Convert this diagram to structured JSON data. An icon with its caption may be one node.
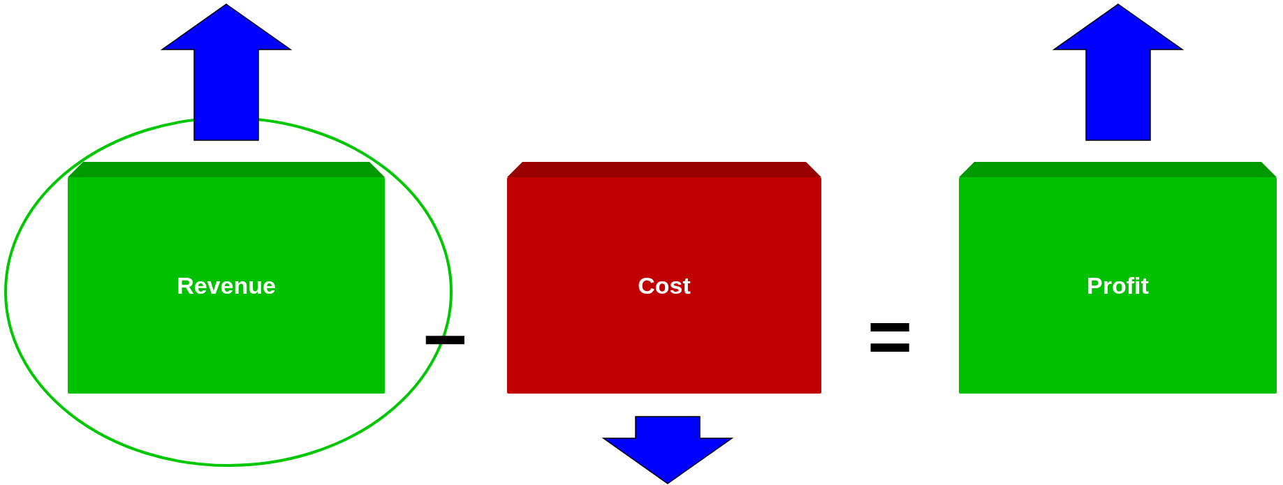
{
  "diagram": {
    "nodes": [
      {
        "text": [
          "Revenue"
        ]
      },
      {
        "text": [
          "Cost"
        ]
      },
      {
        "text": [
          "Profit"
        ]
      }
    ],
    "labels": [
      "−",
      "="
    ]
  }
}
